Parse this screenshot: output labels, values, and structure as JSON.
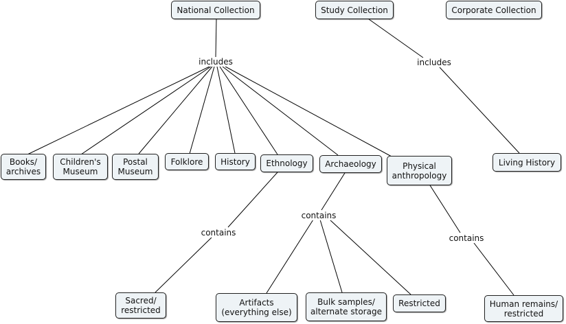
{
  "diagram": {
    "nodes": {
      "national_collection": "National Collection",
      "study_collection": "Study Collection",
      "corporate_collection": "Corporate Collection",
      "books_archives": "Books/\narchives",
      "childrens_museum": "Children's\nMuseum",
      "postal_museum": "Postal\nMuseum",
      "folklore": "Folklore",
      "history": "History",
      "ethnology": "Ethnology",
      "archaeology": "Archaeology",
      "physical_anthropology": "Physical\nanthropology",
      "living_history": "Living History",
      "sacred_restricted": "Sacred/\nrestricted",
      "artifacts": "Artifacts\n(everything else)",
      "bulk_samples": "Bulk samples/\nalternate storage",
      "restricted": "Restricted",
      "human_remains": "Human remains/\nrestricted"
    },
    "links": {
      "national_includes": "includes",
      "study_includes": "includes",
      "ethnology_contains": "contains",
      "archaeology_contains": "contains",
      "physical_contains": "contains"
    },
    "colors": {
      "node_fill": "#eef3f6",
      "node_border": "#1f1f1f",
      "line": "#000000"
    }
  }
}
